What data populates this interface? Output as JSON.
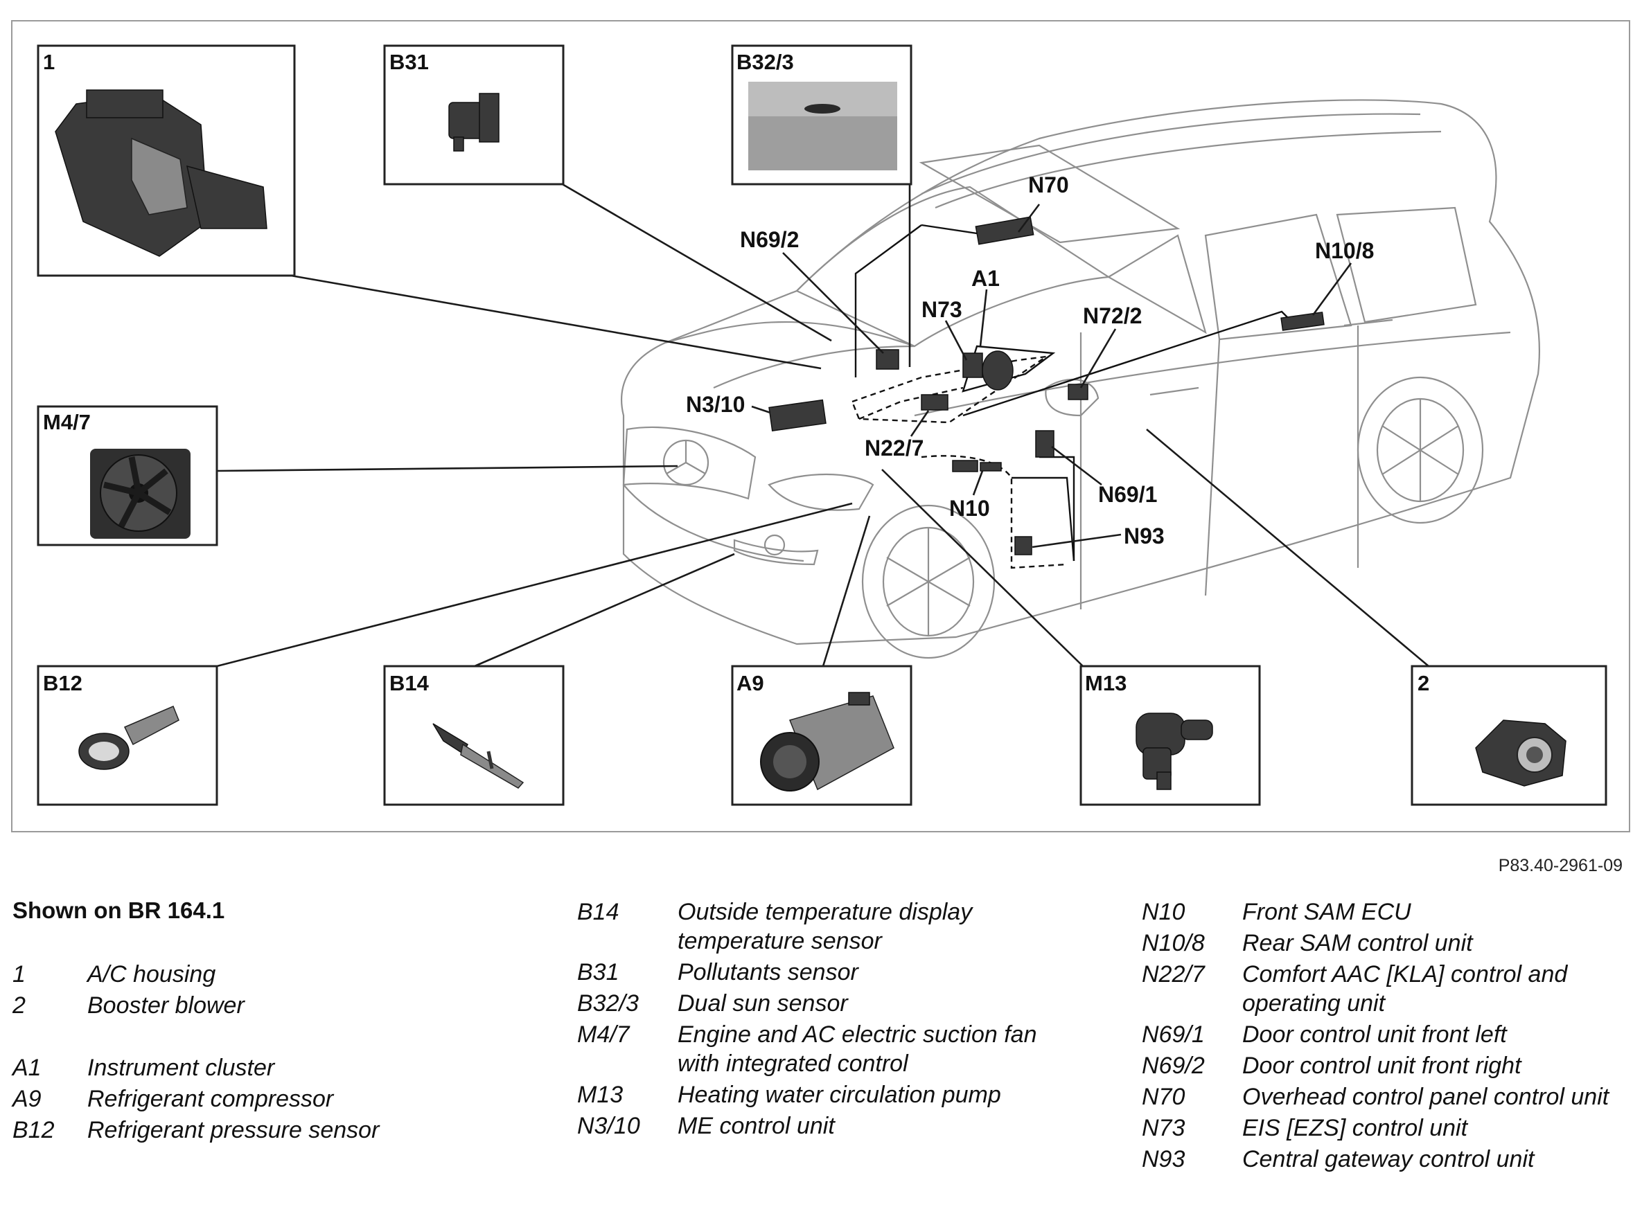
{
  "boxes": {
    "b1": "1",
    "b31": "B31",
    "b32_3": "B32/3",
    "m4_7": "M4/7",
    "b12": "B12",
    "b14": "B14",
    "a9": "A9",
    "m13": "M13",
    "b2": "2"
  },
  "callouts": {
    "n70": "N70",
    "n69_2": "N69/2",
    "a1": "A1",
    "n73": "N73",
    "n72_2": "N72/2",
    "n10_8": "N10/8",
    "n3_10": "N3/10",
    "n22_7": "N22/7",
    "n69_1": "N69/1",
    "n10": "N10",
    "n93": "N93"
  },
  "reference_code": "P83.40-2961-09",
  "legend": {
    "title": "Shown on BR 164.1",
    "col_a": [
      {
        "code": "1",
        "desc": "A/C housing"
      },
      {
        "code": "2",
        "desc": "Booster blower"
      },
      {
        "code": "A1",
        "desc": "Instrument cluster"
      },
      {
        "code": "A9",
        "desc": "Refrigerant compressor"
      },
      {
        "code": "B12",
        "desc": "Refrigerant pressure sensor"
      }
    ],
    "col_b": [
      {
        "code": "B14",
        "desc": "Outside temperature display temperature sensor"
      },
      {
        "code": "B31",
        "desc": "Pollutants sensor"
      },
      {
        "code": "B32/3",
        "desc": "Dual sun sensor"
      },
      {
        "code": "M4/7",
        "desc": "Engine and AC electric suction fan with integrated control"
      },
      {
        "code": "M13",
        "desc": "Heating water circulation pump"
      },
      {
        "code": "N3/10",
        "desc": "ME control unit"
      }
    ],
    "col_c": [
      {
        "code": "N10",
        "desc": "Front SAM ECU"
      },
      {
        "code": "N10/8",
        "desc": "Rear SAM control unit"
      },
      {
        "code": "N22/7",
        "desc": "Comfort AAC [KLA] control and operating unit"
      },
      {
        "code": "N69/1",
        "desc": "Door control unit front left"
      },
      {
        "code": "N69/2",
        "desc": "Door control unit front right"
      },
      {
        "code": "N70",
        "desc": "Overhead control panel control unit"
      },
      {
        "code": "N73",
        "desc": "EIS [EZS] control unit"
      },
      {
        "code": "N93",
        "desc": "Central gateway control unit"
      }
    ]
  }
}
